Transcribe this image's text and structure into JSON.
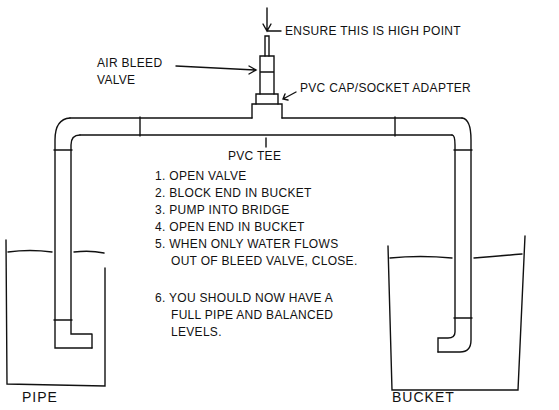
{
  "diagram": {
    "labels": [
      "AIR BLEED VALVE",
      "ENSURE THIS IS HIGH POINT",
      "PVC CAP/SOCKET ADAPTER",
      "PVC TEE",
      "1. OPEN VALVE",
      "2. BLOCK END IN BUCKET",
      "3. PUMP INTO BRIDGE",
      "4. OPEN END IN BUCKET",
      "5. WHEN ONLY WATER FLOWS OUT OF BLEED VALVE, CLOSE.",
      "6. YOU SHOULD NOW HAVE A FULL PIPE AND BALANCED LEVELS.",
      "PIPE",
      "BUCKET"
    ]
  }
}
